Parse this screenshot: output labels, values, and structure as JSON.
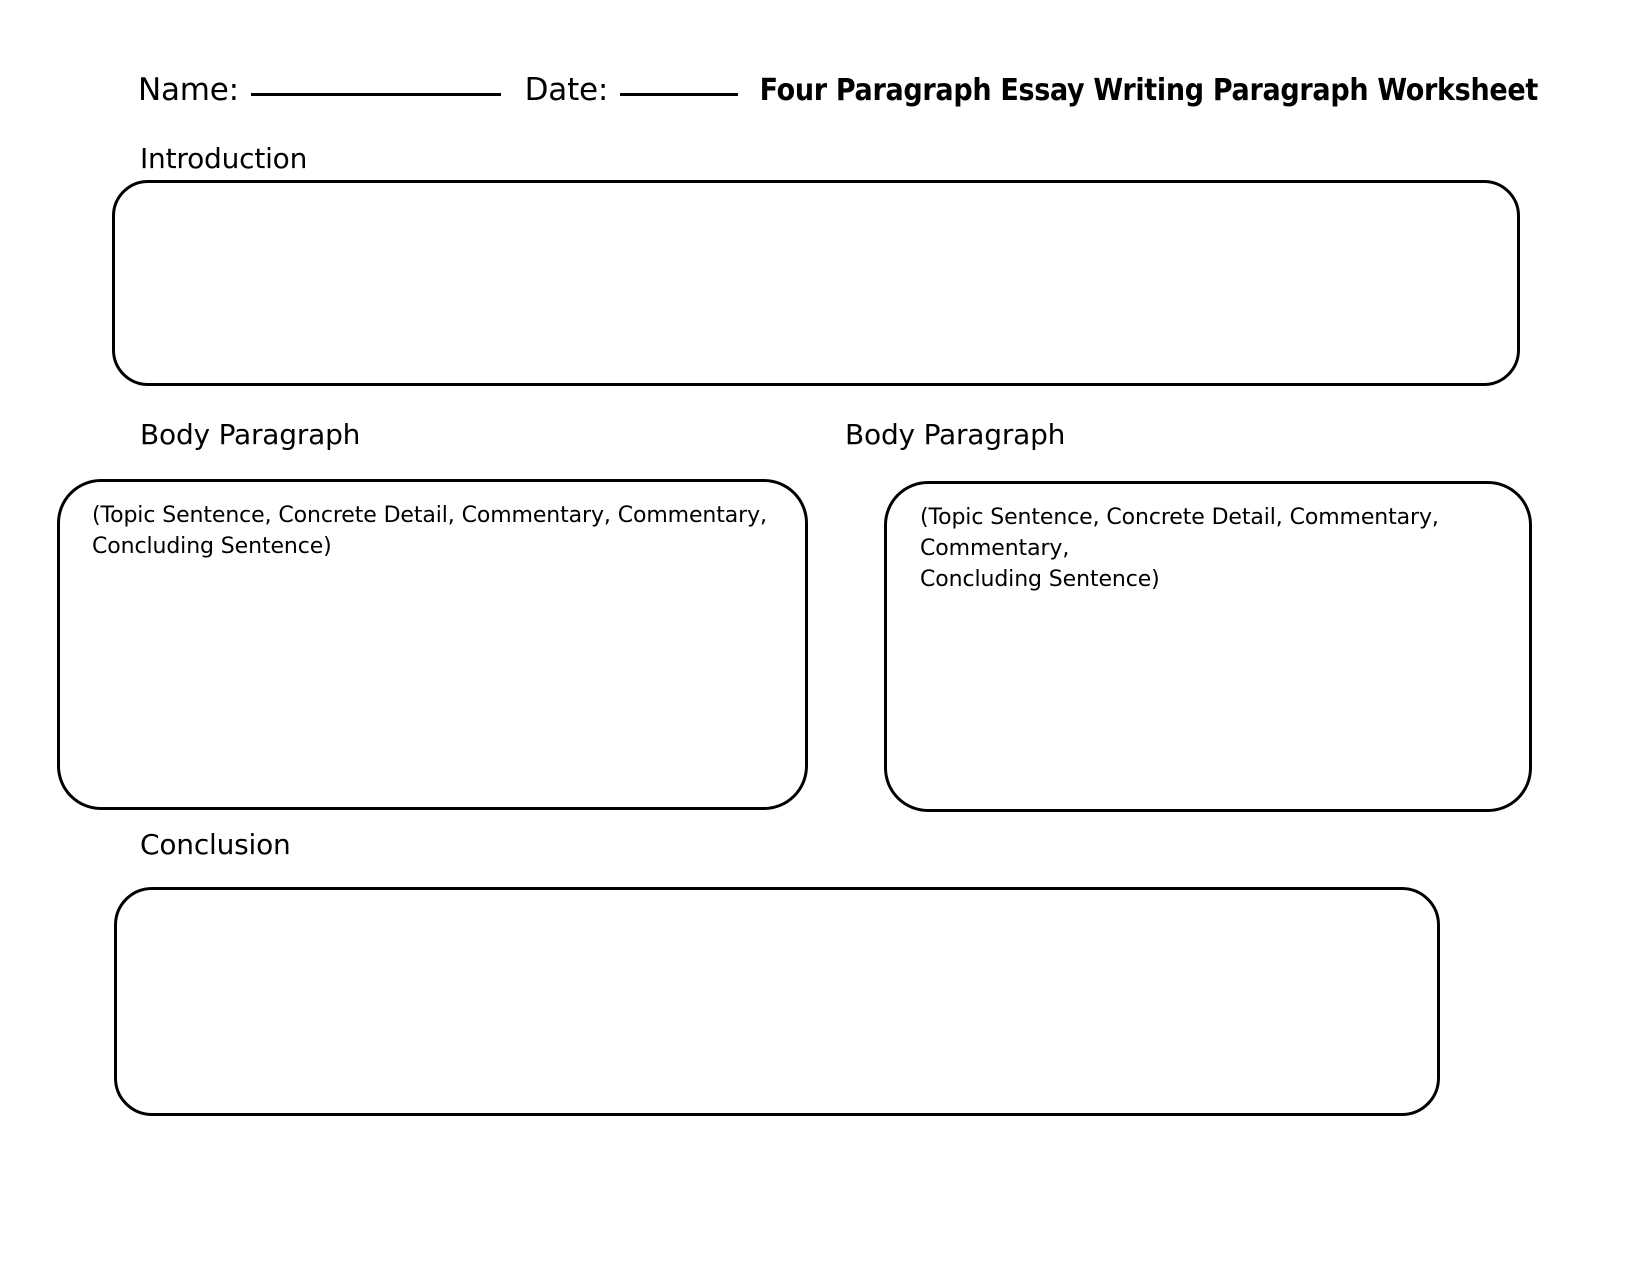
{
  "header": {
    "name_label": "Name:",
    "date_label": "Date:",
    "title": "Four Paragraph Essay Writing Paragraph Worksheet",
    "name_value": "",
    "date_value": ""
  },
  "sections": {
    "introduction": {
      "label": "Introduction",
      "content": ""
    },
    "body_left": {
      "label": "Body Paragraph",
      "instructions_line1": "(Topic Sentence, Concrete Detail, Commentary, Commentary,",
      "instructions_line2": "Concluding Sentence)",
      "content": ""
    },
    "body_right": {
      "label": "Body Paragraph",
      "instructions_line1": "(Topic Sentence, Concrete Detail, Commentary, Commentary,",
      "instructions_line2": "Concluding Sentence)",
      "content": ""
    },
    "conclusion": {
      "label": "Conclusion",
      "content": ""
    }
  },
  "style": {
    "ink": "#000000",
    "paper": "#ffffff"
  }
}
